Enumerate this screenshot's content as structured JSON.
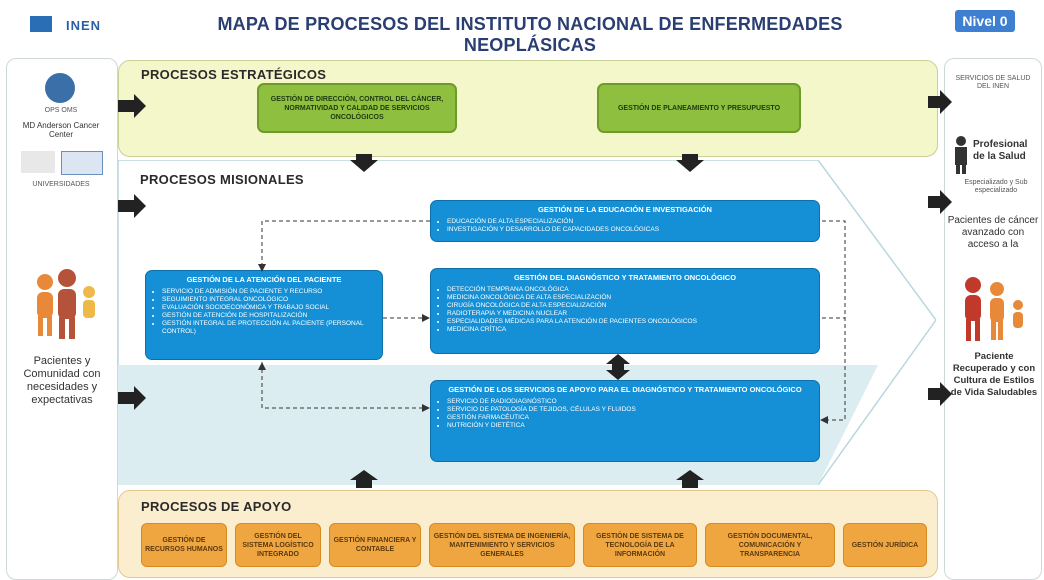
{
  "header": {
    "logo_text": "INEN",
    "title": "MAPA DE PROCESOS DEL INSTITUTO NACIONAL DE ENFERMEDADES NEOPLÁSICAS",
    "badge": "Nivel 0"
  },
  "left_panel": {
    "logo_caption_1": "OPS OMS",
    "logo_caption_2": "MD Anderson Cancer Center",
    "logo_caption_3": "UNIVERSIDADES",
    "stakeholder_text": "Pacientes y Comunidad con necesidades y expectativas"
  },
  "right_panel": {
    "top_text": "SERVICIOS DE SALUD DEL INEN",
    "professionals_title": "Profesional de la Salud",
    "professionals_sub": "Especializado y Sub especializado",
    "outcome_1": "Pacientes de cáncer avanzado con acceso a la",
    "outcome_2": "Paciente Recuperado y con Cultura de Estilos de Vida Saludables"
  },
  "strategic": {
    "title": "PROCESOS ESTRATÉGICOS",
    "boxes": [
      "GESTIÓN DE DIRECCIÓN, CONTROL DEL CÁNCER, NORMATIVIDAD Y CALIDAD DE SERVICIOS ONCOLÓGICOS",
      "GESTIÓN DE PLANEAMIENTO Y PRESUPUESTO"
    ]
  },
  "missional": {
    "title": "PROCESOS MISIONALES",
    "education": {
      "title": "GESTIÓN DE LA EDUCACIÓN E INVESTIGACIÓN",
      "items": [
        "EDUCACIÓN DE ALTA ESPECIALIZACIÓN",
        "INVESTIGACIÓN Y DESARROLLO DE CAPACIDADES ONCOLÓGICAS"
      ]
    },
    "patient_care": {
      "title": "GESTIÓN DE LA ATENCIÓN DEL PACIENTE",
      "items": [
        "SERVICIO DE ADMISIÓN DE PACIENTE Y RECURSO",
        "SEGUIMIENTO INTEGRAL ONCOLÓGICO",
        "EVALUACIÓN SOCIOECONÓMICA Y TRABAJO SOCIAL",
        "GESTIÓN DE ATENCIÓN DE HOSPITALIZACIÓN",
        "GESTIÓN INTEGRAL DE PROTECCIÓN AL PACIENTE (PERSONAL CONTROL)"
      ]
    },
    "diagnosis": {
      "title": "GESTIÓN DEL DIAGNÓSTICO Y TRATAMIENTO ONCOLÓGICO",
      "items": [
        "DETECCIÓN TEMPRANA ONCOLÓGICA",
        "MEDICINA ONCOLÓGICA DE ALTA ESPECIALIZACIÓN",
        "CIRUGÍA ONCOLÓGICA DE ALTA ESPECIALIZACIÓN",
        "RADIOTERAPIA Y MEDICINA NUCLEAR",
        "ESPECIALIDADES MÉDICAS PARA LA ATENCIÓN DE PACIENTES ONCOLÓGICOS",
        "MEDICINA CRÍTICA"
      ]
    },
    "support_dx": {
      "title": "GESTIÓN DE LOS SERVICIOS DE APOYO PARA EL DIAGNÓSTICO Y TRATAMIENTO ONCOLÓGICO",
      "items": [
        "SERVICIO DE RADIODIAGNÓSTICO",
        "SERVICIO DE PATOLOGÍA DE TEJIDOS, CÉLULAS Y FLUIDOS",
        "GESTIÓN FARMACÉUTICA",
        "NUTRICIÓN Y DIETÉTICA"
      ]
    }
  },
  "support": {
    "title": "PROCESOS DE APOYO",
    "boxes": [
      "GESTIÓN DE RECURSOS HUMANOS",
      "GESTIÓN DEL SISTEMA LOGÍSTICO INTEGRADO",
      "GESTIÓN FINANCIERA Y CONTABLE",
      "GESTIÓN DEL SISTEMA DE INGENIERÍA, MANTENIMIENTO Y SERVICIOS GENERALES",
      "GESTIÓN DE SISTEMA DE TECNOLOGÍA DE LA INFORMACIÓN",
      "GESTIÓN DOCUMENTAL, COMUNICACIÓN Y TRANSPARENCIA",
      "GESTIÓN JURÍDICA"
    ]
  },
  "colors": {
    "strategic_bg": "#f4f7c9",
    "green": "#8fbf3f",
    "blue": "#1590d6",
    "orange": "#f0a640",
    "support_bg": "#fbeecf",
    "title_blue": "#2a3e72"
  }
}
